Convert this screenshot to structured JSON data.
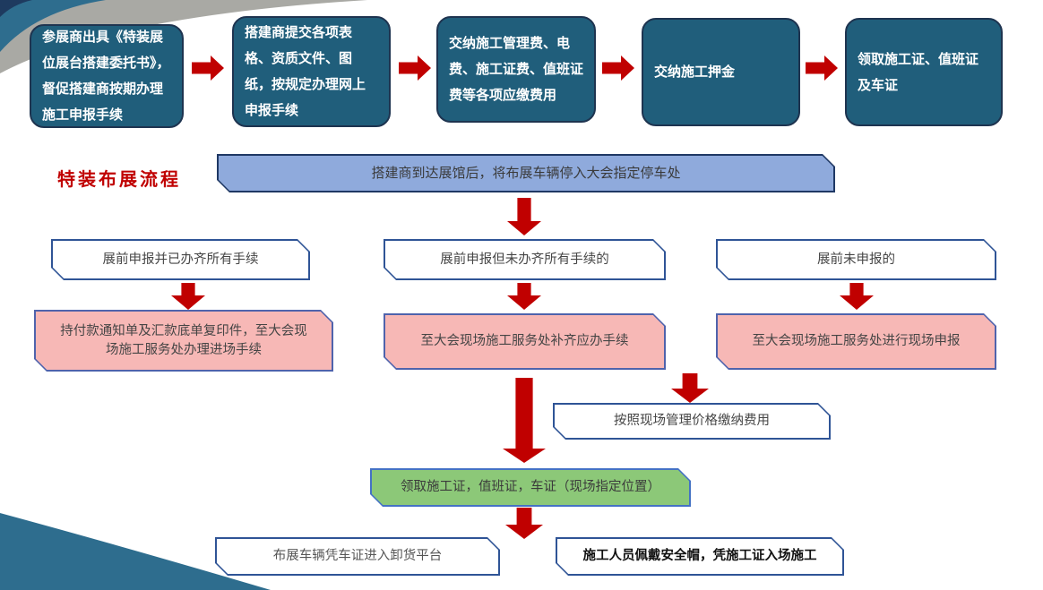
{
  "slide_title": "特装布展流程",
  "top_steps": [
    "参展商出具《特装展位展台搭建委托书》，督促搭建商按期办理施工申报手续",
    "搭建商提交各项表格、资质文件、图纸，按规定办理网上申报手续",
    "交纳施工管理费、电费、施工证费、值班证费等各项应缴费用",
    "交纳施工押金",
    "领取施工证、值班证及车证"
  ],
  "arrival_banner": "搭建商到达展馆后，将布展车辆停入大会指定停车处",
  "branch_conditions": [
    "展前申报并已办齐所有手续",
    "展前申报但未办齐所有手续的",
    "展前未申报的"
  ],
  "branch_actions": [
    "持付款通知单及汇款底单复印件，至大会现场施工服务处办理进场手续",
    "至大会现场施工服务处补齐应办手续",
    "至大会现场施工服务处进行现场申报"
  ],
  "onsite_fee_box": "按照现场管理价格缴纳费用",
  "pass_pickup_box": "领取施工证，值班证，车证（现场指定位置）",
  "bottom_boxes": [
    "布展车辆凭车证进入卸货平台",
    "施工人员佩戴安全帽，凭施工证入场施工"
  ],
  "colors": {
    "step_fill": "#205E7B",
    "step_border": "#1E3450",
    "banner_fill": "#8FAADC",
    "banner_border": "#1F3864",
    "white_box_border": "#2F5496",
    "pink_fill": "#F7B8B6",
    "pink_border": "#4F63AC",
    "green_fill": "#8CC878",
    "green_border": "#4472C4",
    "arrow_red": "#C00000",
    "title_red": "#C00000",
    "deco_navy": "#1E3A5F",
    "deco_teal": "#2E6D8E",
    "deco_gray": "#A9A9A4"
  }
}
